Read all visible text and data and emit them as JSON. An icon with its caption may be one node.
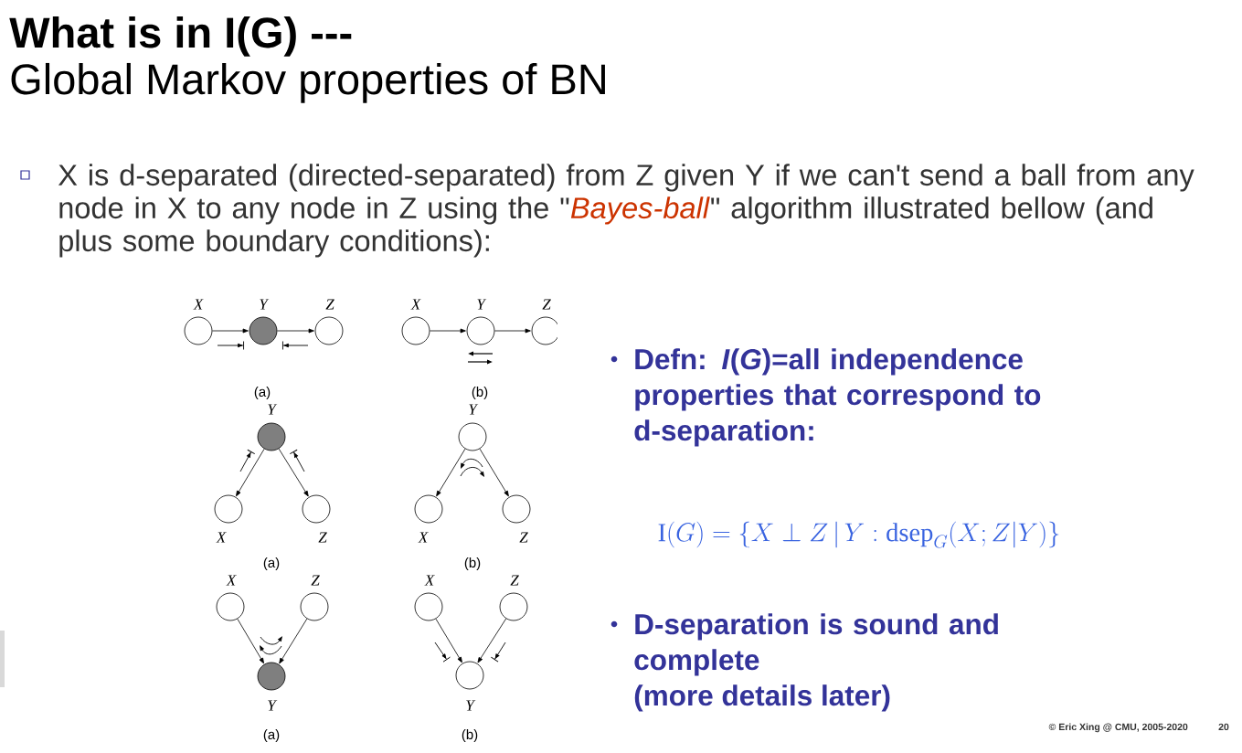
{
  "diagram": {
    "title": "What is in I(G) ---",
    "nodes": [
      {
        "text": [],
        "shape": "circle",
        "beside": [
          "X"
        ]
      },
      {
        "text": [],
        "shape": "disc",
        "beside": [
          "Y"
        ]
      },
      {
        "text": [],
        "shape": "circle",
        "beside": [
          "Z"
        ]
      },
      {
        "text": [],
        "shape": "circle",
        "beside": [
          "X"
        ]
      },
      {
        "text": [],
        "shape": "circle",
        "beside": [
          "Y"
        ]
      },
      {
        "text": [],
        "shape": "circle",
        "beside": [
          "Z"
        ]
      },
      {
        "text": [],
        "shape": "disc",
        "beside": [
          "Y"
        ]
      },
      {
        "text": [],
        "shape": "circle",
        "beside": [
          "X"
        ]
      },
      {
        "text": [],
        "shape": "circle",
        "beside": [
          "Z"
        ]
      },
      {
        "text": [],
        "shape": "circle",
        "beside": [
          "Y"
        ]
      },
      {
        "text": [],
        "shape": "circle",
        "beside": [
          "X"
        ]
      },
      {
        "text": [],
        "shape": "circle",
        "beside": [
          "Z"
        ]
      },
      {
        "text": [],
        "shape": "circle",
        "beside": [
          "X"
        ]
      },
      {
        "text": [],
        "shape": "circle",
        "beside": [
          "Z"
        ]
      },
      {
        "text": [],
        "shape": "disc",
        "beside": [
          "Y"
        ]
      },
      {
        "text": [],
        "shape": "circle",
        "beside": [
          "X"
        ]
      },
      {
        "text": [],
        "shape": "circle",
        "beside": [
          "Z"
        ]
      },
      {
        "text": [],
        "shape": "circle",
        "beside": [
          "Y"
        ]
      }
    ],
    "edges": [
      {
        "from": 0,
        "to": 1,
        "arrow": "to"
      },
      {
        "from": 1,
        "to": 2,
        "arrow": "to"
      },
      {
        "from": 3,
        "to": 4,
        "arrow": "to"
      },
      {
        "from": 4,
        "to": 5,
        "arrow": "to"
      },
      {
        "from": 6,
        "to": 7,
        "arrow": "to"
      },
      {
        "from": 6,
        "to": 8,
        "arrow": "to"
      },
      {
        "from": 9,
        "to": 10,
        "arrow": "to"
      },
      {
        "from": 9,
        "to": 11,
        "arrow": "to"
      },
      {
        "from": 12,
        "to": 14,
        "arrow": "to"
      },
      {
        "from": 13,
        "to": 14,
        "arrow": "to"
      },
      {
        "from": 15,
        "to": 17,
        "arrow": "to"
      },
      {
        "from": 16,
        "to": 17,
        "arrow": "to"
      }
    ],
    "labels": [
      "Global Markov properties of BN",
      "X is d-separated (directed-separated) from Z given Y if we can't send a ball from any node in X to any node in Z using the \"*Bayes-ball*\" algorithm illustrated bellow (and plus some boundary conditions):",
      "(a)",
      "(b)",
      "(a)",
      "(b)",
      "(a)",
      "(b)",
      "Defn: *I*(*G*)=all independence properties that correspond to d-separation:",
      "\\mathrm{I}(G)=\\left\\{X\\perp Z\\,\\middle|\\,Y:\\mathrm{dsep}_G(X;Z\\middle|Y)\\right\\}",
      "D-separation is sound and complete",
      "(more details later)",
      "© Eric Xing @ CMU, 2005-2020",
      "20"
    ]
  }
}
